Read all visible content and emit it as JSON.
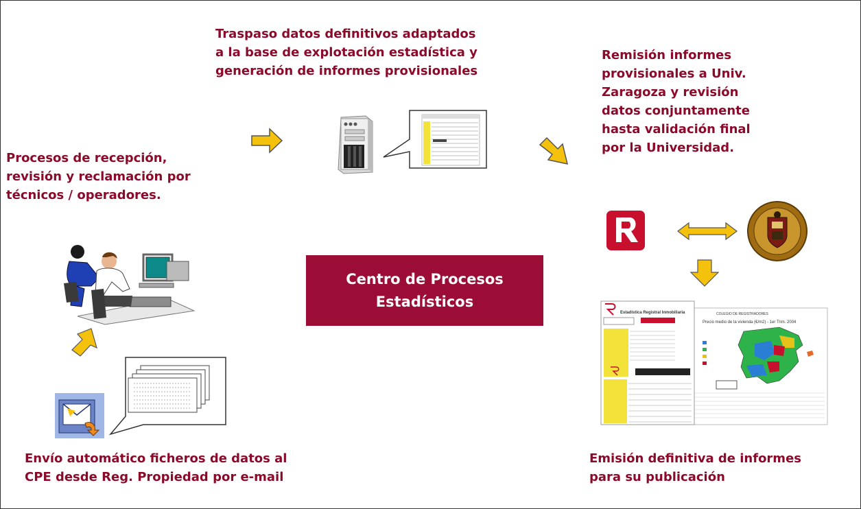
{
  "labels": {
    "reception": "Procesos de recepción,\nrevisión y reclamación por\ntécnicos / operadores.",
    "transfer": "Traspaso datos definitivos adaptados\na la base de explotación estadística y\ngeneración de informes provisionales",
    "remission": "Remisión informes\nprovisionales a Univ.\nZaragoza y revisión\ndatos conjuntamente\nhasta validación final\npor la Universidad.",
    "sending": "Envío automático ficheros de datos al\nCPE desde Reg. Propiedad por e-mail",
    "emission": "Emisión definitiva de informes\npara su publicación"
  },
  "center_box": "Centro de Procesos\nEstadísticos",
  "report_preview": {
    "header_left": "Estadística Registral Inmobiliaria",
    "map_title": "Precio medio de la vivienda (€/m2) - 1er Trim. 2004"
  },
  "colors": {
    "text": "#8b0a2a",
    "box": "#9b0c36",
    "arrow": "#f4c20d",
    "logo_red": "#c8102e",
    "seal": "#a06c12"
  },
  "icons": [
    "server-icon",
    "operators-icon",
    "email-icon",
    "documents-icon",
    "registradores-logo-icon",
    "university-seal-icon"
  ]
}
